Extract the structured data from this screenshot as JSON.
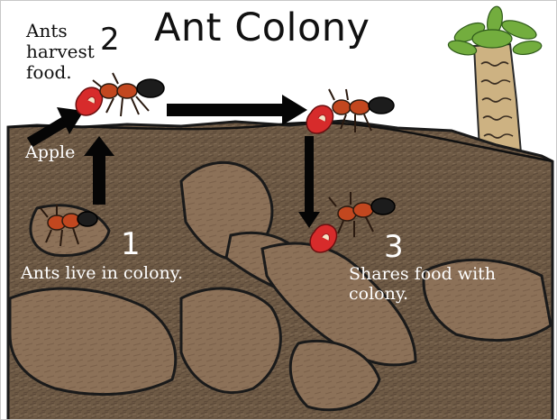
{
  "title": "Ant Colony",
  "labels": {
    "harvest": "Ants\nharvest\nfood.",
    "apple": "Apple",
    "live": "Ants live in colony.",
    "share": "Shares food with\ncolony."
  },
  "steps": {
    "one": "1",
    "two": "2",
    "three": "3"
  },
  "colors": {
    "soil": "#6e5a45",
    "tunnel": "#8a6e55",
    "outline": "#1a1a1a",
    "ant": "#c0461f",
    "apple": "#d62a2a",
    "tree_leaves": "#6fa83a",
    "tree_trunk": "#c9ae7c"
  }
}
